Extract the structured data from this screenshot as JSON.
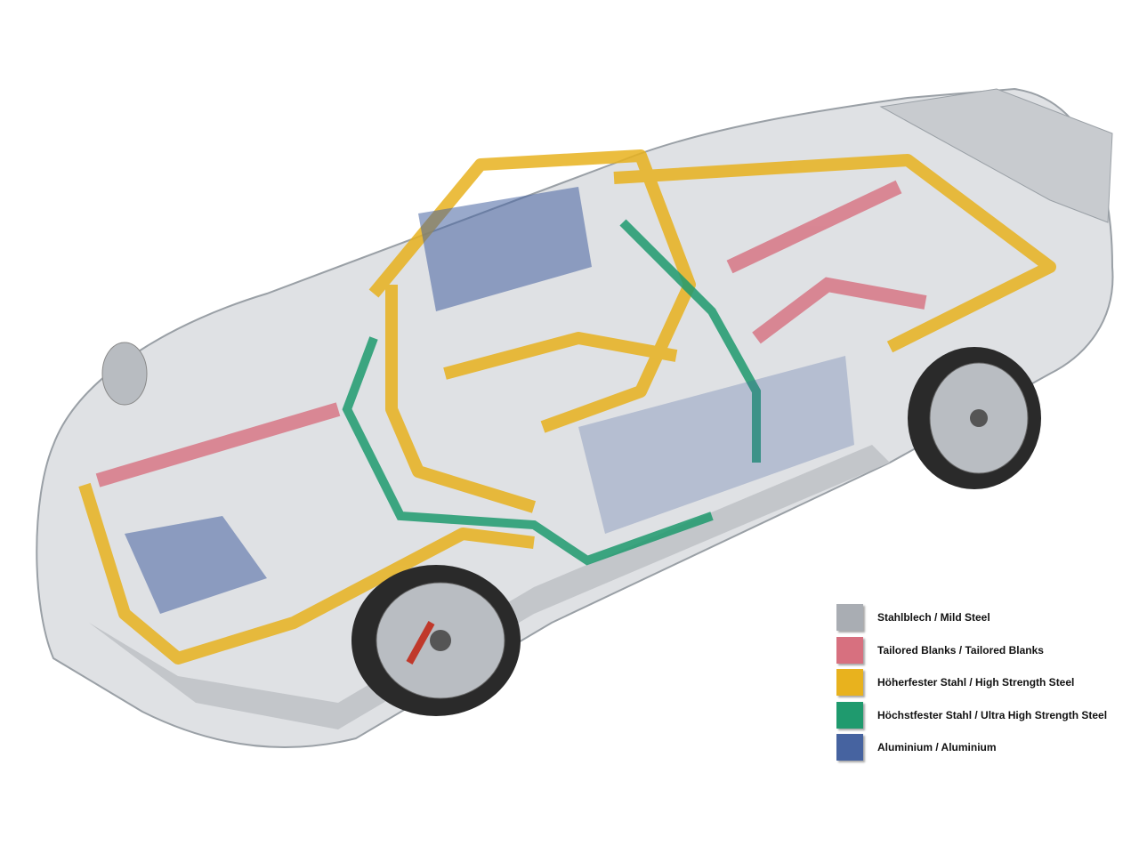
{
  "legend": [
    {
      "label": "Stahlblech / Mild Steel",
      "color": "#a9adb3"
    },
    {
      "label": "Tailored Blanks / Tailored Blanks",
      "color": "#d7707f"
    },
    {
      "label": "Höherfester Stahl / High Strength Steel",
      "color": "#e8b21e"
    },
    {
      "label": "Höchstfester Stahl / Ultra High Strength Steel",
      "color": "#1f9a6e"
    },
    {
      "label": "Aluminium / Aluminium",
      "color": "#4663a0"
    }
  ]
}
